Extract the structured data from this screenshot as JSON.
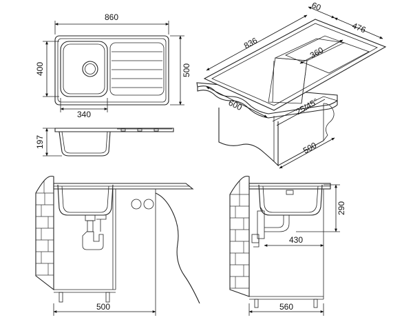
{
  "top_view": {
    "width": "860",
    "depth": "500",
    "bowl_depth": "400",
    "bowl_width": "340"
  },
  "side_view": {
    "height": "197"
  },
  "iso_view": {
    "dim_length": "836",
    "dim_rim": "60",
    "dim_depth": "476",
    "dim_drainer": "360",
    "dim_cabinet_depth": "600",
    "dim_angle": "25/45°",
    "dim_cabinet_width": "500"
  },
  "section_front": {
    "dim_cabinet": "500"
  },
  "section_side": {
    "dim_height": "290",
    "dim_outlet": "430",
    "dim_cabinet": "560"
  }
}
